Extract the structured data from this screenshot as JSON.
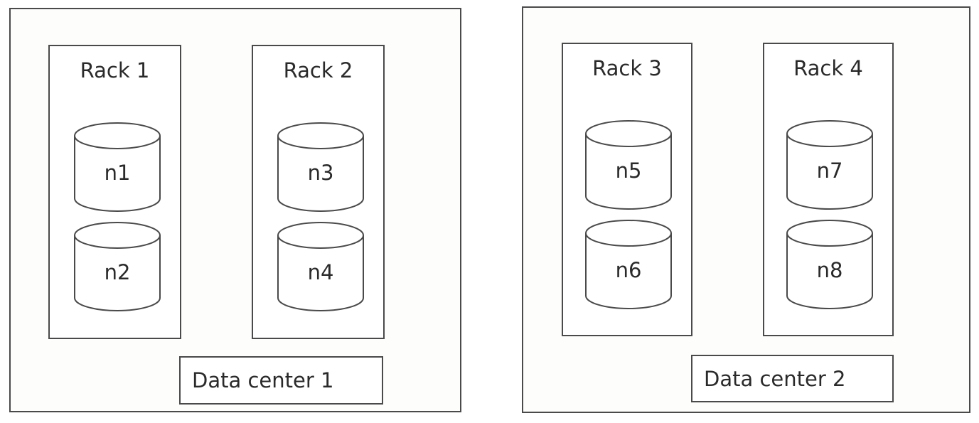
{
  "diagram": {
    "data_centers": [
      {
        "label": "Data center 1",
        "racks": [
          {
            "label": "Rack 1",
            "nodes": [
              "n1",
              "n2"
            ]
          },
          {
            "label": "Rack 2",
            "nodes": [
              "n3",
              "n4"
            ]
          }
        ]
      },
      {
        "label": "Data center 2",
        "racks": [
          {
            "label": "Rack 3",
            "nodes": [
              "n5",
              "n6"
            ]
          },
          {
            "label": "Rack 4",
            "nodes": [
              "n7",
              "n8"
            ]
          }
        ]
      }
    ],
    "colors": {
      "stroke": "#4a4a4a",
      "fill": "#ffffff",
      "text": "#2a2a2a"
    },
    "node_shape": "cylinder-icon"
  }
}
